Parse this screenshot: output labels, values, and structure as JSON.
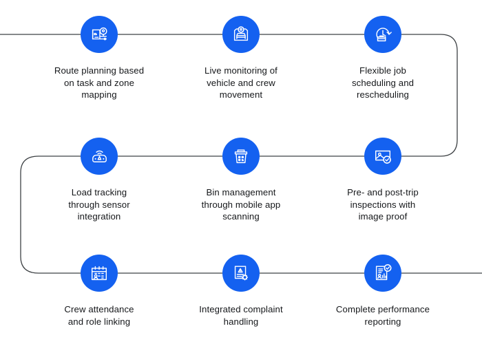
{
  "diagram": {
    "type": "serpentine-process-flow",
    "accent_color": "#1461f0",
    "icon_color": "#ffffff",
    "connector_color": "#3c4043",
    "background_color": "#ffffff",
    "text_color": "#15171a",
    "rows": 3,
    "columns": 3,
    "total_steps": 9
  },
  "nodes": [
    {
      "index": 1,
      "row": 1,
      "column": 1,
      "icon": "route-map-pin-icon",
      "caption": "Route planning based\non task and zone\nmapping"
    },
    {
      "index": 2,
      "row": 1,
      "column": 2,
      "icon": "vehicle-location-pin-icon",
      "caption": "Live monitoring of\nvehicle and crew\nmovement"
    },
    {
      "index": 3,
      "row": 1,
      "column": 3,
      "icon": "clock-briefcase-schedule-icon",
      "caption": "Flexible job\nscheduling and\nrescheduling"
    },
    {
      "index": 4,
      "row": 2,
      "column": 1,
      "icon": "truck-sensor-signal-icon",
      "caption": "Load tracking\nthrough sensor\nintegration"
    },
    {
      "index": 5,
      "row": 2,
      "column": 2,
      "icon": "bin-qr-scan-icon",
      "caption": "Bin management\nthrough mobile app\nscanning"
    },
    {
      "index": 6,
      "row": 2,
      "column": 3,
      "icon": "image-check-proof-icon",
      "caption": "Pre- and post-trip\ninspections with\nimage proof"
    },
    {
      "index": 7,
      "row": 3,
      "column": 1,
      "icon": "calendar-person-attendance-icon",
      "caption": "Crew attendance\nand role linking"
    },
    {
      "index": 8,
      "row": 3,
      "column": 2,
      "icon": "document-alert-gear-icon",
      "caption": "Integrated complaint\nhandling"
    },
    {
      "index": 9,
      "row": 3,
      "column": 3,
      "icon": "report-chart-check-icon",
      "caption": "Complete performance\nreporting"
    }
  ]
}
